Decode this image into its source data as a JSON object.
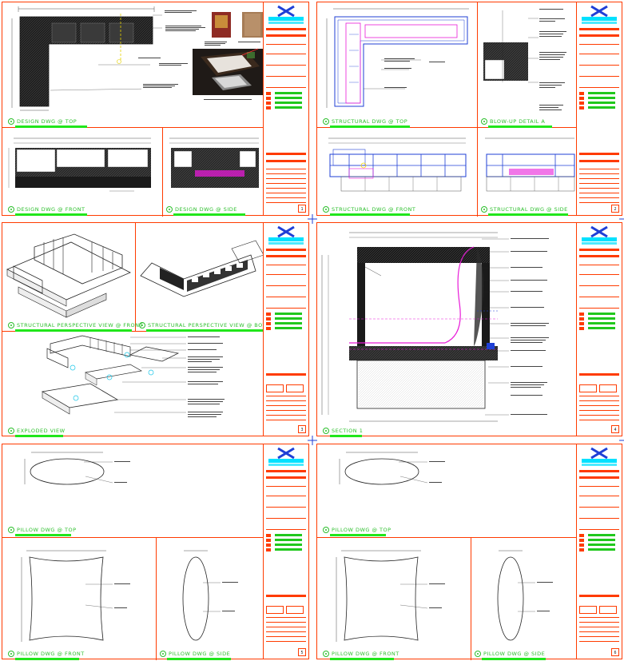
{
  "sheets": [
    {
      "id": "s1",
      "views": [
        "DESIGN DWG @ TOP",
        "DESIGN DWG @ FRONT",
        "DESIGN DWG @ SIDE"
      ],
      "index": "1"
    },
    {
      "id": "s2",
      "views": [
        "STRUCTURAL DWG @ TOP",
        "BLOW-UP DETAIL A",
        "STRUCTURAL DWG @ FRONT",
        "STRUCTURAL DWG @ SIDE"
      ],
      "index": "2"
    },
    {
      "id": "s3",
      "views": [
        "STRUCTURAL PERSPECTIVE VIEW @ FRONT",
        "STRUCTURAL PERSPECTIVE VIEW @ BOTTOM",
        "EXPLODED VIEW"
      ],
      "index": "3"
    },
    {
      "id": "s4",
      "views": [
        "SECTION 1"
      ],
      "index": "4"
    },
    {
      "id": "s5",
      "views": [
        "PILLOW DWG @ TOP",
        "PILLOW DWG @ FRONT",
        "PILLOW DWG @ SIDE"
      ],
      "index": "5"
    },
    {
      "id": "s6",
      "views": [
        "PILLOW DWG @ TOP",
        "PILLOW DWG @ FRONT",
        "PILLOW DWG @ SIDE"
      ],
      "index": "6"
    }
  ],
  "colors": {
    "border": "#ff3b00",
    "title_green": "#2bbf2b",
    "brand_cyan": "#00e1ff",
    "logo_blue": "#1f3fd6",
    "struct_blue": "#1f3fd6",
    "magenta": "#e81bd8"
  }
}
